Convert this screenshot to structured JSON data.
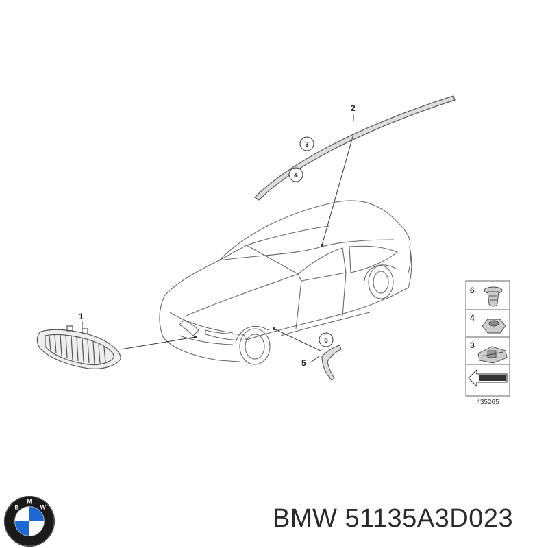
{
  "callouts": {
    "c1": "1",
    "c2": "2",
    "c3": "3",
    "c4": "4",
    "c5": "5",
    "c6": "6"
  },
  "legend": {
    "items": [
      {
        "num": "6",
        "icon": "rivet-nut-icon"
      },
      {
        "num": "4",
        "icon": "hex-nut-icon"
      },
      {
        "num": "3",
        "icon": "clip-icon"
      }
    ],
    "code": "435265"
  },
  "logo": {
    "letters": [
      "B",
      "M",
      "W"
    ],
    "colors": {
      "blue": "#1c69d4",
      "white": "#ffffff",
      "ring": "#1a1a1a"
    }
  },
  "part_label": "BMW 51135A3D023"
}
